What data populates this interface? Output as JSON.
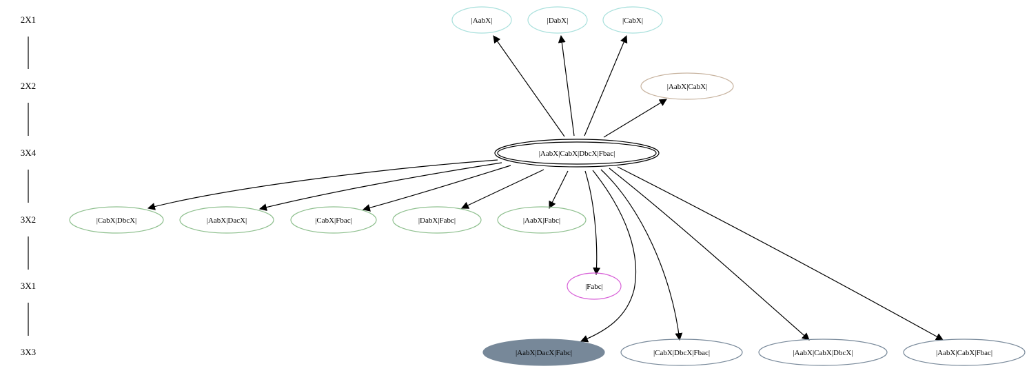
{
  "diagram": {
    "title": "",
    "colors": {
      "edge": "#000000",
      "teal": "#a8e0dc",
      "tan": "#c8b4a0",
      "green": "#8fc08f",
      "magenta": "#d862d8",
      "slate": "#778899",
      "slate_fill": "#778899",
      "black": "#000000"
    },
    "ranks": [
      {
        "id": "r1",
        "label": "2X1"
      },
      {
        "id": "r2",
        "label": "2X2"
      },
      {
        "id": "r3",
        "label": "3X4"
      },
      {
        "id": "r4",
        "label": "3X2"
      },
      {
        "id": "r5",
        "label": "3X1"
      },
      {
        "id": "r6",
        "label": "3X3"
      }
    ],
    "nodes": [
      {
        "id": "n_aabx",
        "label": "|AabX|",
        "rank": "2X1",
        "color": "teal",
        "style": "outline"
      },
      {
        "id": "n_dabx",
        "label": "|DabX|",
        "rank": "2X1",
        "color": "teal",
        "style": "outline"
      },
      {
        "id": "n_cabx",
        "label": "|CabX|",
        "rank": "2X1",
        "color": "teal",
        "style": "outline"
      },
      {
        "id": "n_aabx_cabx",
        "label": "|AabX|CabX|",
        "rank": "2X2",
        "color": "tan",
        "style": "outline"
      },
      {
        "id": "n_root",
        "label": "|AabX|CabX|DbcX|Fbac|",
        "rank": "3X4",
        "color": "black",
        "style": "double"
      },
      {
        "id": "n_cabx_dbcx",
        "label": "|CabX|DbcX|",
        "rank": "3X2",
        "color": "green",
        "style": "outline"
      },
      {
        "id": "n_aabx_dacx",
        "label": "|AabX|DacX|",
        "rank": "3X2",
        "color": "green",
        "style": "outline"
      },
      {
        "id": "n_cabx_fbac",
        "label": "|CabX|Fbac|",
        "rank": "3X2",
        "color": "green",
        "style": "outline"
      },
      {
        "id": "n_dabx_fabc",
        "label": "|DabX|Fabc|",
        "rank": "3X2",
        "color": "green",
        "style": "outline"
      },
      {
        "id": "n_aabx_fabc",
        "label": "|AabX|Fabc|",
        "rank": "3X2",
        "color": "green",
        "style": "outline"
      },
      {
        "id": "n_fabc",
        "label": "|Fabc|",
        "rank": "3X1",
        "color": "magenta",
        "style": "outline"
      },
      {
        "id": "n_aabx_dacx_fabc",
        "label": "|AabX|DacX|Fabc|",
        "rank": "3X3",
        "color": "slate",
        "style": "filled"
      },
      {
        "id": "n_cabx_dbcx_fbac",
        "label": "|CabX|DbcX|Fbac|",
        "rank": "3X3",
        "color": "slate",
        "style": "outline"
      },
      {
        "id": "n_aabx_cabx_dbcx",
        "label": "|AabX|CabX|DbcX|",
        "rank": "3X3",
        "color": "slate",
        "style": "outline"
      },
      {
        "id": "n_aabx_cabx_fbac",
        "label": "|AabX|CabX|Fbac|",
        "rank": "3X3",
        "color": "slate",
        "style": "outline"
      }
    ],
    "edges": [
      {
        "from": "n_root",
        "to": "n_aabx"
      },
      {
        "from": "n_root",
        "to": "n_dabx"
      },
      {
        "from": "n_root",
        "to": "n_cabx"
      },
      {
        "from": "n_root",
        "to": "n_aabx_cabx"
      },
      {
        "from": "n_root",
        "to": "n_cabx_dbcx"
      },
      {
        "from": "n_root",
        "to": "n_aabx_dacx"
      },
      {
        "from": "n_root",
        "to": "n_cabx_fbac"
      },
      {
        "from": "n_root",
        "to": "n_dabx_fabc"
      },
      {
        "from": "n_root",
        "to": "n_aabx_fabc"
      },
      {
        "from": "n_root",
        "to": "n_fabc"
      },
      {
        "from": "n_root",
        "to": "n_aabx_dacx_fabc"
      },
      {
        "from": "n_root",
        "to": "n_cabx_dbcx_fbac"
      },
      {
        "from": "n_root",
        "to": "n_aabx_cabx_dbcx"
      },
      {
        "from": "n_root",
        "to": "n_aabx_cabx_fbac"
      }
    ]
  }
}
